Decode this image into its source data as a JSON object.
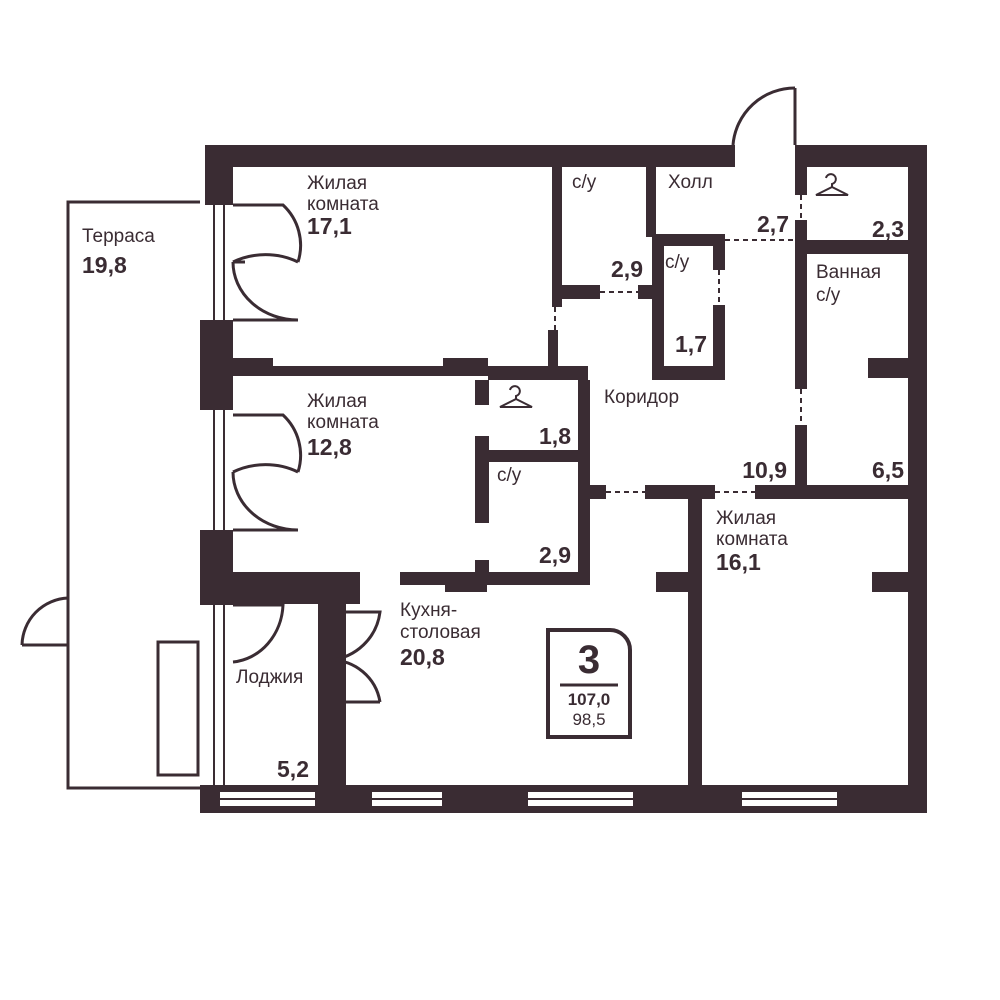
{
  "colors": {
    "wall": "#3a2c33",
    "background": "#ffffff"
  },
  "rooms": {
    "living1": {
      "name_line1": "Жилая",
      "name_line2": "комната",
      "area": "17,1"
    },
    "living2": {
      "name_line1": "Жилая",
      "name_line2": "комната",
      "area": "12,8"
    },
    "living3": {
      "name_line1": "Жилая",
      "name_line2": "комната",
      "area": "16,1"
    },
    "terrace": {
      "name": "Терраса",
      "area": "19,8"
    },
    "bath_top": {
      "name": "с/у",
      "area": "2,9"
    },
    "bath_small": {
      "name": "с/у",
      "area": "1,7"
    },
    "bath_mid": {
      "name": "с/у",
      "area": "2,9"
    },
    "hall": {
      "name": "Холл",
      "area": "2,7"
    },
    "wardrobe_top": {
      "area": "2,3",
      "icon": "hanger-icon"
    },
    "wardrobe_mid": {
      "area": "1,8",
      "icon": "hanger-icon"
    },
    "bathroom": {
      "name_line1": "Ванная",
      "name_line2": "с/у",
      "area": "6,5"
    },
    "corridor": {
      "name": "Коридор",
      "area": "10,9"
    },
    "kitchen": {
      "name_line1": "Кухня-",
      "name_line2": "столовая",
      "area": "20,8"
    },
    "loggia": {
      "name": "Лоджия",
      "area": "5,2"
    }
  },
  "badge": {
    "rooms": "3",
    "total_area": "107,0",
    "living_area": "98,5"
  }
}
